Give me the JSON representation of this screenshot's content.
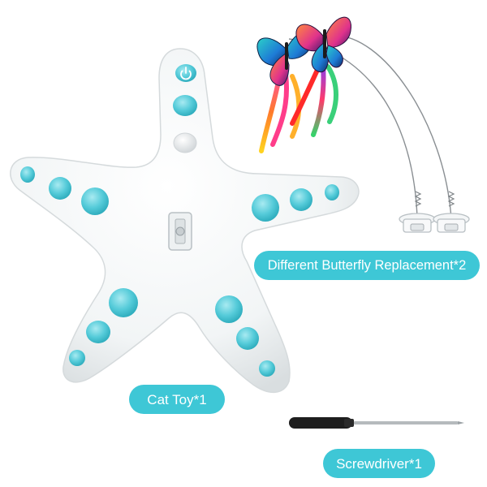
{
  "labels": {
    "butterfly_replacement": "Different Butterfly Replacement*2",
    "cat_toy": "Cat Toy*1",
    "screwdriver": "Screwdriver*1"
  },
  "colors": {
    "label_background": "#3ec7d6",
    "button_teal": "#5fd0de",
    "toy_body": "#f4f6f7",
    "background": "#ffffff"
  },
  "icons": {
    "power_button": "power-icon"
  }
}
